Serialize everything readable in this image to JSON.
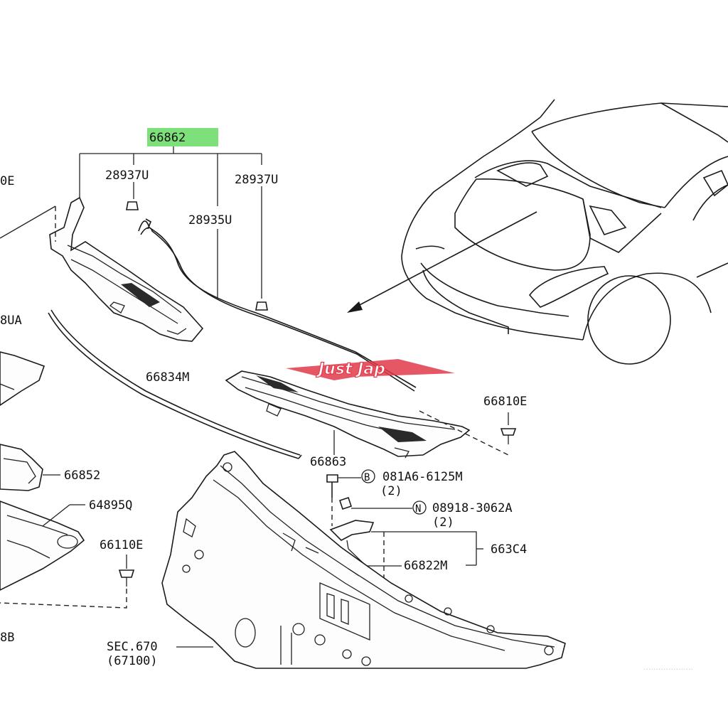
{
  "highlight_color": "#7ee07a",
  "brand": {
    "logo_text": "Just Jap",
    "logo_color": "#e23a4a"
  },
  "labels": {
    "main_part": "66862",
    "clip_left": "28937U",
    "clip_right": "28937U",
    "hose": "28935U",
    "left_edge_top": "0E",
    "left_edge_mid": "8UA",
    "weatherstrip": "66834M",
    "cowl_right": "66863",
    "grommet_right": "66810E",
    "left_part_1": "66852",
    "left_part_2": "64895Q",
    "grommet_left": "66110E",
    "left_edge_bottom": "8B",
    "bolt_code": "081A6-6125M",
    "bolt_qty": "(2)",
    "bolt_marker": "B",
    "nut_code": "08918-3062A",
    "nut_qty": "(2)",
    "nut_marker": "N",
    "bracket_assy": "663C4",
    "bracket": "66822M",
    "section": "SEC.670",
    "section_ref": "(67100)"
  },
  "watermark": "...................."
}
